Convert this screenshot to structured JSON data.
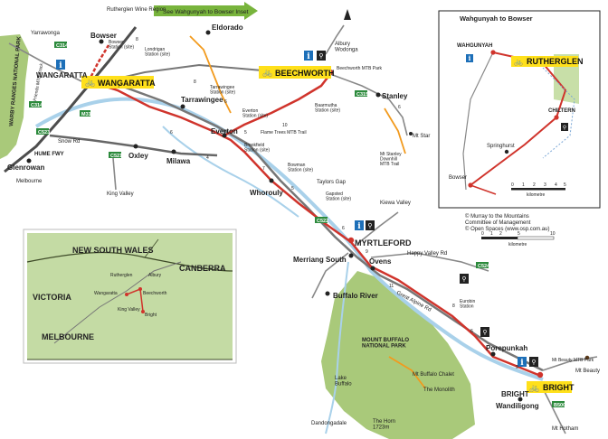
{
  "towns": {
    "wangaratta": "WANGARATTA",
    "beechworth": "BEECHWORTH",
    "myrtleford": "MYRTLEFORD",
    "bright": "BRIGHT",
    "rutherglen": "RUTHERGLEN",
    "wahgunyah": "WAHGUNYAH",
    "chiltern": "CHILTERN",
    "bowser": "Bowser",
    "glenrowan": "Glenrowan",
    "oxley": "Oxley",
    "milawa": "Milawa",
    "everton": "Everton",
    "tarrawingee": "Tarrawingee",
    "eldorado": "Eldorado",
    "stanley": "Stanley",
    "whorouly": "Whorouly",
    "ovens": "Ovens",
    "porepunkah": "Porepunkah",
    "wandiligong": "Wandiligong",
    "merriang_south": "Merriang South",
    "buffalo_river": "Buffalo River",
    "springhurst": "Springhurst",
    "albury_wodonga": "Albury\nWodonga"
  },
  "places": {
    "rutherglen_wine": "Rutherglen Wine Region",
    "yarrawonga": "Yarrawonga",
    "melbourne": "Melbourne",
    "hume_fwy": "HUME FWY",
    "king_valley": "King Valley",
    "kiewa_valley": "Kiewa Valley",
    "happy_valley": "Happy Valley Rd",
    "mt_star": "Mt Star",
    "mt_buffalo_np": "MOUNT BUFFALO\nNATIONAL PARK",
    "warby_np": "WARBY RANGES NATIONAL PARK",
    "mt_buffalo_chalet": "Mt Buffalo Chalet",
    "the_monolith": "The Monolith",
    "lake_buffalo": "Lake\nBuffalo",
    "the_horn": "The Horn\n1723m",
    "dandongadale": "Dandongadale",
    "mt_beauty": "Mt Beauty",
    "mt_hotham": "Mt Hotham",
    "taylors_gap": "Taylors Gap",
    "snow_rd": "Snow Rd",
    "great_alpine_rd": "Great Alpine Rd"
  },
  "stations": {
    "bowser_station": "Bowser\nStation (site)",
    "londrigan_station": "Londrigan\nStation (site)",
    "tarrawingee_station": "Tarrawingee\nStation (site)",
    "everton_station": "Everton\nStation (site)",
    "baarmutha_station": "Baarmutha\nStation (site)",
    "brookfield_station": "Brookfield\nStation (site)",
    "bowman_station": "Bowman\nStation (site)",
    "gapsted_station": "Gapsted\nStation (site)",
    "eurobin_station": "Eurobin\nStation"
  },
  "trails": {
    "friends_mtb": "Friends MTB Track",
    "beechworth_mtb": "Beechworth MTB Park",
    "flame_trees": "Flame Trees MTB Trail",
    "mt_stanley": "Mt Stanley\nDownhill\nMTB Trail",
    "mt_beauty_mtb": "Mt Beauty MTB Park"
  },
  "roads": {
    "c314": "C314",
    "m31": "M31",
    "c523": "C523",
    "c521": "C521",
    "c522": "C522",
    "c524": "C524",
    "b500": "B500",
    "c315": "C315"
  },
  "inset_arrow": "See Wahgunyah to Bowser Inset",
  "inset_title": "Wahgunyah to Bowser",
  "inset_scale": "kilometre",
  "inset_scale_ticks": [
    "0",
    "1",
    "2",
    "3",
    "4",
    "5"
  ],
  "main_scale": "kilometre",
  "main_scale_ticks": [
    "0",
    "1",
    "2",
    "5",
    "10"
  ],
  "credits": [
    "© Murray to the Mountains",
    "Committee of Management",
    "© Open Spaces (www.osp.com.au)"
  ],
  "locator": {
    "nsw": "NEW SOUTH WALES",
    "victoria": "VICTORIA",
    "canberra": "CANBERRA",
    "melbourne": "MELBOURNE",
    "rutherglen": "Rutherglen",
    "albury": "Albury",
    "wangaratta": "Wangaratta",
    "beechworth": "Beechworth",
    "king_valley": "King Valley",
    "bright": "Bright"
  },
  "distances": [
    "8",
    "7",
    "6",
    "5",
    "10",
    "11",
    "6",
    "8",
    "9",
    "6",
    "4",
    "7",
    "5",
    "6",
    "6",
    "8",
    "9"
  ],
  "colors": {
    "rail_trail": "#d0342c",
    "road": "#777777",
    "highway": "#4d4d4d",
    "river": "#a9d1ea",
    "park": "#a8c97a",
    "orange_trail": "#f29a1d",
    "badge": "#ffe01b",
    "info": "#1d6fb8"
  }
}
